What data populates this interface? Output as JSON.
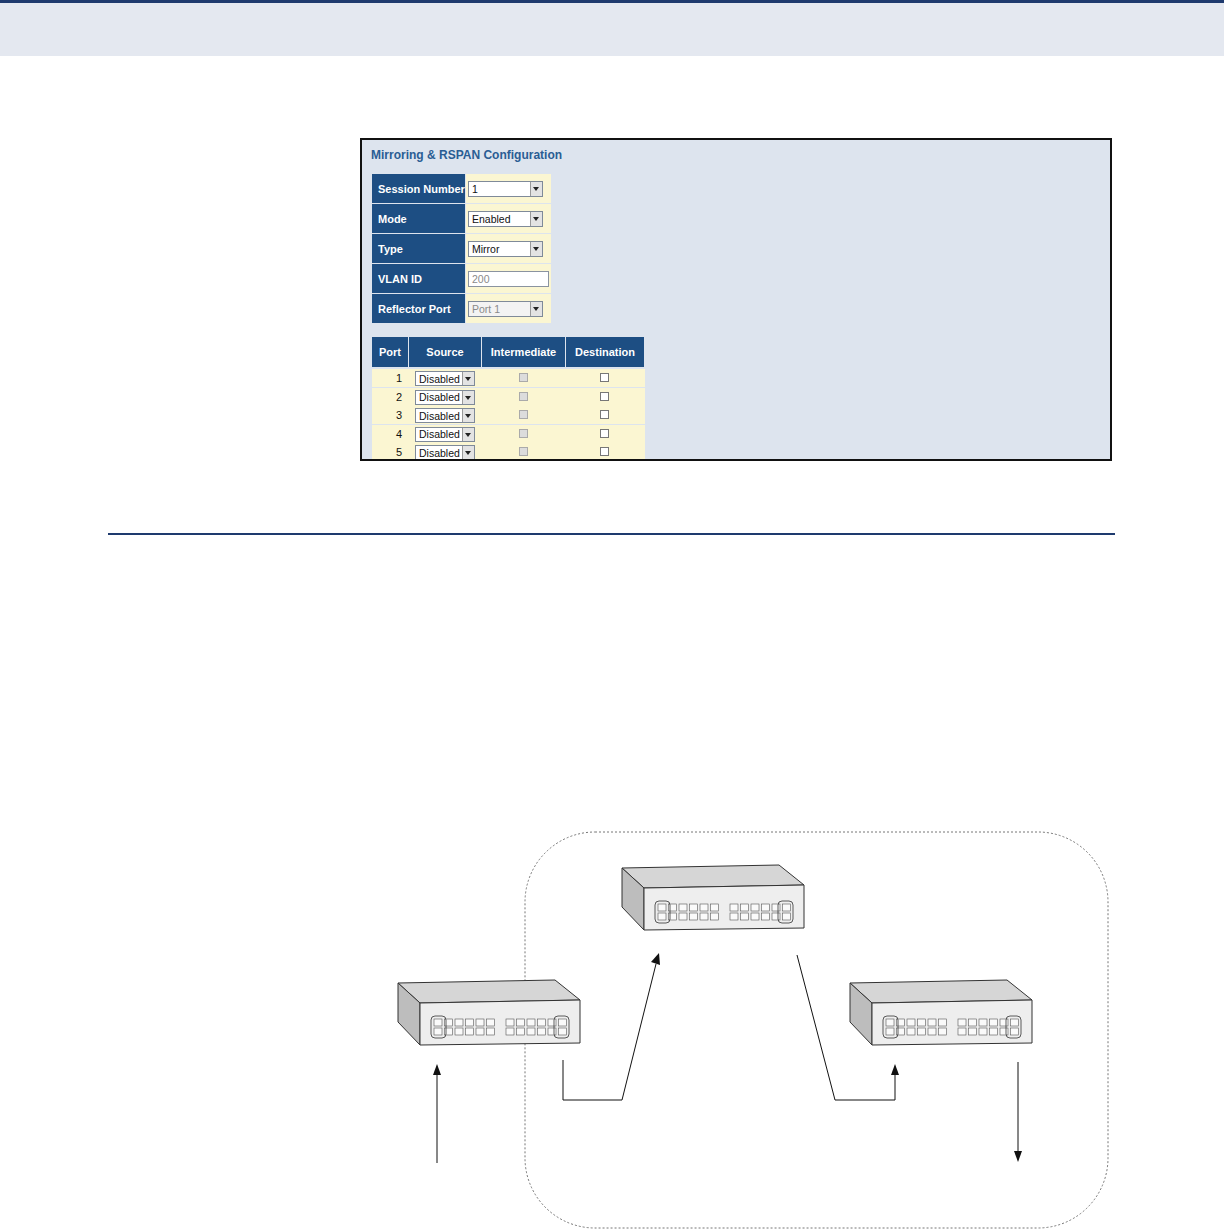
{
  "diagram": {
    "nodes": [
      {
        "text": [
          "Mirroring & RSPAN Configuration"
        ]
      }
    ],
    "labels": [
      "Session Number",
      "1",
      "Mode",
      "Enabled",
      "Type",
      "Mirror",
      "VLAN ID",
      "200",
      "Reflector Port",
      "Port 1",
      "Port",
      "Source",
      "Intermediate",
      "Destination",
      "1",
      "Disabled",
      "2",
      "Disabled",
      "3",
      "Disabled",
      "4",
      "Disabled",
      "5",
      "Disabled"
    ]
  }
}
